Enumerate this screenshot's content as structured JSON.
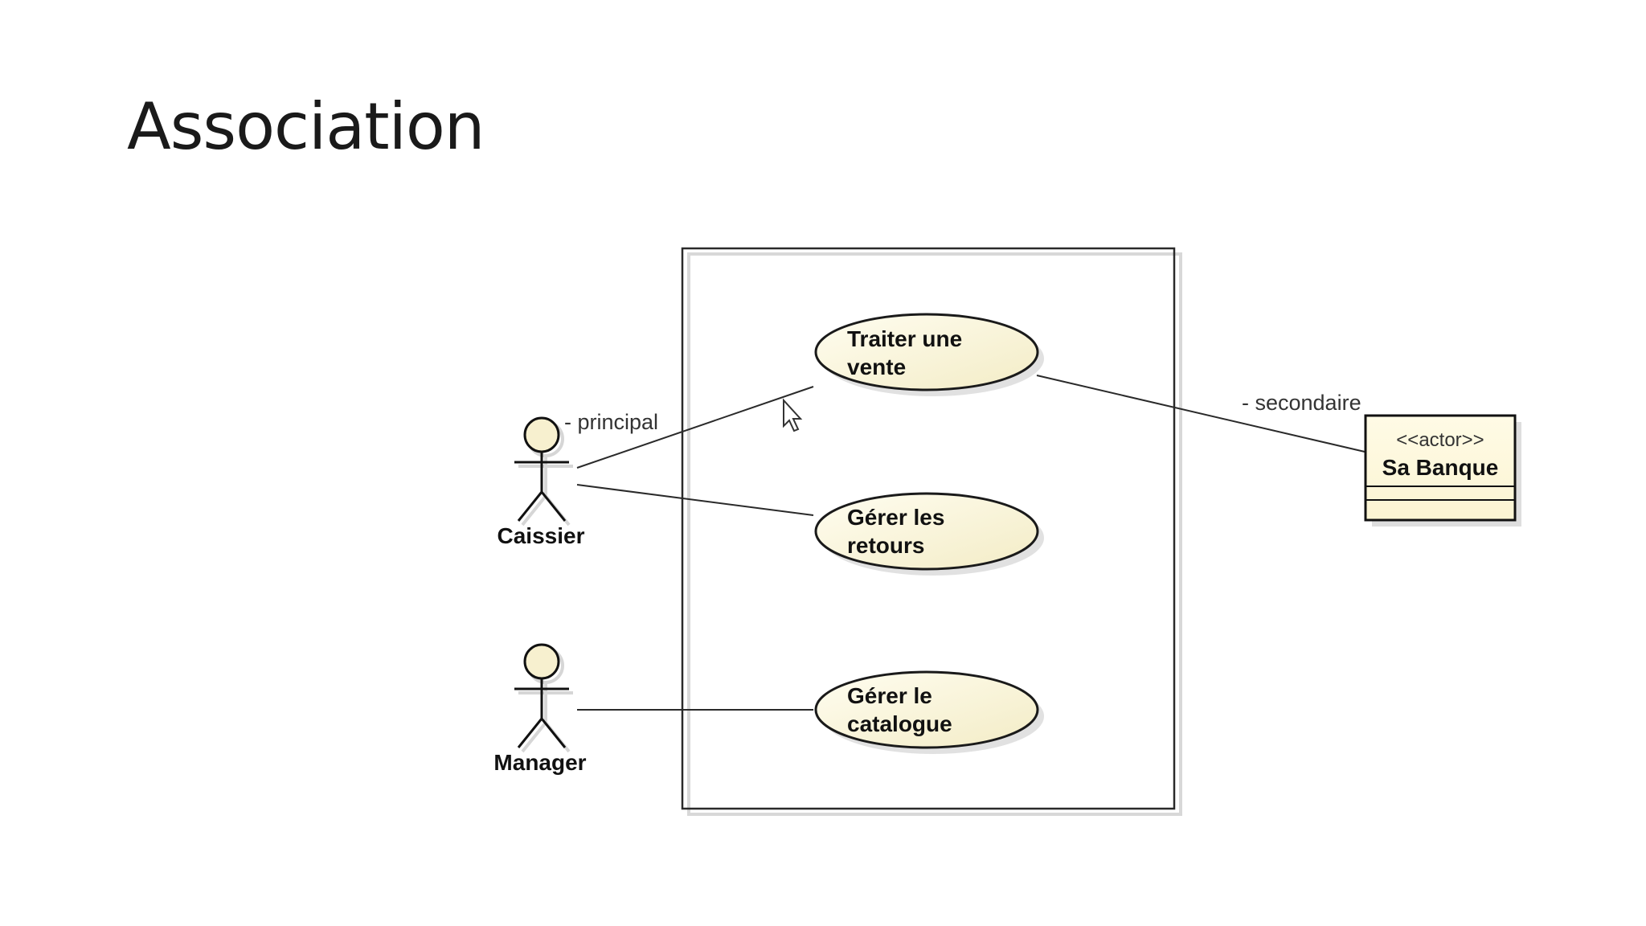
{
  "slide": {
    "title": "Association"
  },
  "diagram": {
    "actors": [
      {
        "id": "caissier",
        "name": "Caissier"
      },
      {
        "id": "manager",
        "name": "Manager"
      }
    ],
    "use_cases": [
      {
        "id": "traiter",
        "line1": "Traiter une",
        "line2": "vente"
      },
      {
        "id": "retours",
        "line1": "Gérer les",
        "line2": "retours"
      },
      {
        "id": "catalogue",
        "line1": "Gérer le",
        "line2": "catalogue"
      }
    ],
    "external_actor": {
      "stereotype": "<<actor>>",
      "name": "Sa Banque"
    },
    "associations": {
      "principal_label": "- principal",
      "secondaire_label": "- secondaire"
    },
    "colors": {
      "use_case_fill": "#fbf6d3",
      "actor_head_fill": "#f7f0cf",
      "line": "#222222"
    }
  }
}
